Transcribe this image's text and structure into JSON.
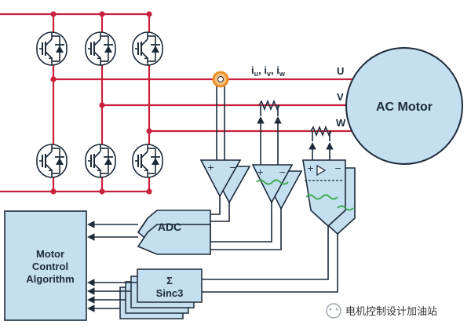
{
  "motor": {
    "label": "AC Motor"
  },
  "phases": {
    "u": "U",
    "v": "V",
    "w": "W"
  },
  "currents": {
    "i": "i",
    "sub_u": "u",
    "sub_v": "v",
    "sub_w": "w",
    "sep": ", "
  },
  "adc": {
    "label": "ADC"
  },
  "sinc": {
    "line1": "Σ",
    "line2": "Sinc3"
  },
  "controller": {
    "line1": "Motor",
    "line2": "Control",
    "line3": "Algorithm"
  },
  "amp_signs": {
    "plus": "+",
    "minus": "−"
  },
  "watermark": {
    "text": "电机控制设计加油站"
  },
  "colors": {
    "bus": "#c8203e",
    "box_fill": "#c4dff0",
    "stroke": "#1d2a3a",
    "wave": "#3aa84a",
    "sensor_ring": "#e98f27"
  }
}
